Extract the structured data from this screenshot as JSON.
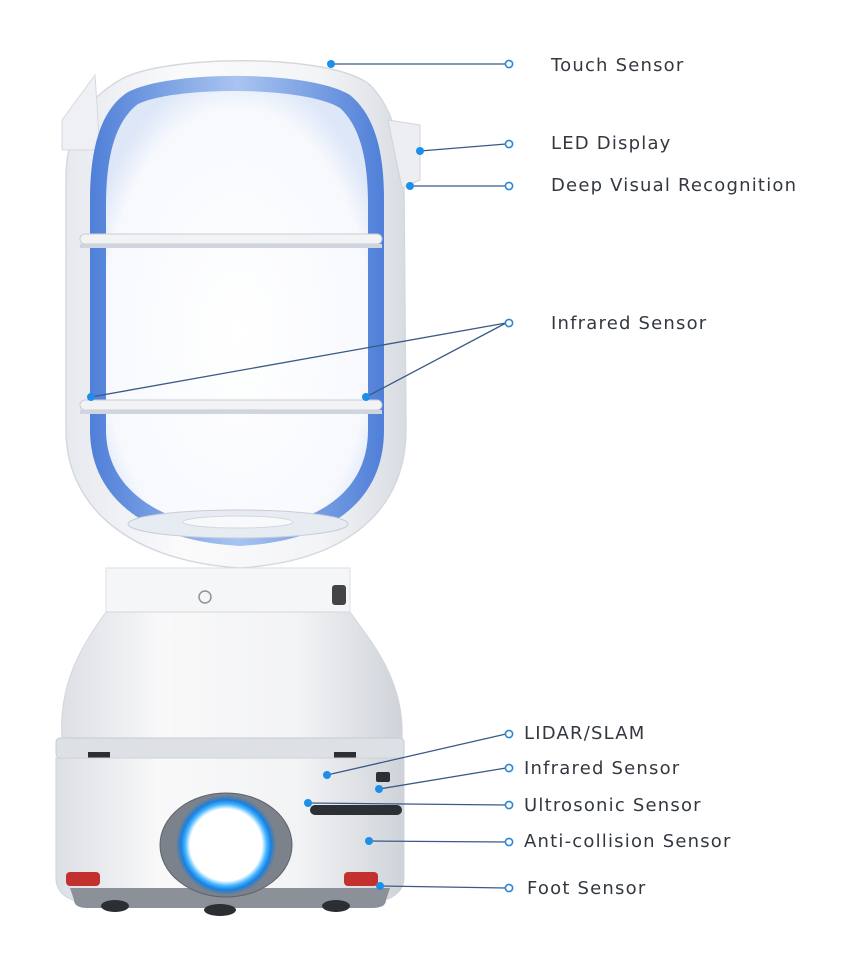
{
  "colors": {
    "body": "#f4f5f7",
    "shell_edge": "#d9dde3",
    "inner_blue": "#7fa8e8",
    "inner_blue_dark": "#3f74d6",
    "leader_line": "#3a5a86",
    "marker_fill": "#1e8fe8",
    "marker_ring": "#2a86d6",
    "button_ring": "#1aa3ff",
    "text": "#333840"
  },
  "labels": {
    "touch_sensor": "Touch Sensor",
    "led_display": "LED Display",
    "deep_visual_recognition": "Deep Visual Recognition",
    "infrared_sensor_top": "Infrared Sensor",
    "lidar_slam": "LIDAR/SLAM",
    "infrared_sensor_base": "Infrared Sensor",
    "ultrasonic_sensor": "Ultrosonic Sensor",
    "anti_collision_sensor": "Anti-collision Sensor",
    "foot_sensor": "Foot Sensor"
  }
}
